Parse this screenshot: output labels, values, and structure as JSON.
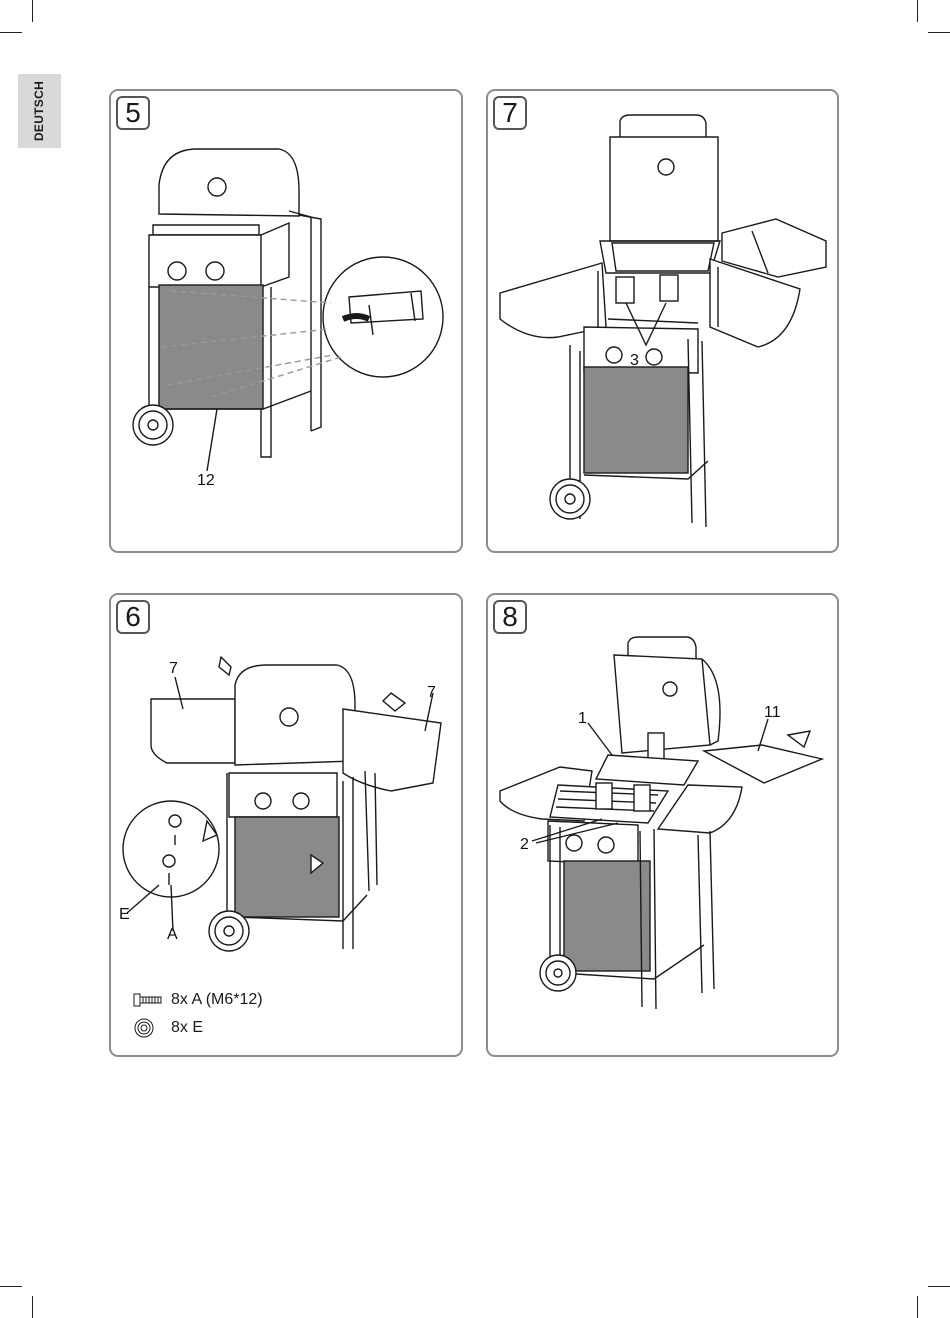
{
  "sidebar": {
    "language_label": "DEUTSCH"
  },
  "steps": {
    "step5": {
      "number": "5",
      "callouts": {
        "side_panel": "12"
      }
    },
    "step7": {
      "number": "7",
      "callouts": {
        "burner_cover": "3"
      }
    },
    "step6": {
      "number": "6",
      "callouts": {
        "left_shelf": "7",
        "right_shelf": "7",
        "washer": "E",
        "screw": "A"
      },
      "parts": [
        {
          "icon": "screw-icon",
          "text": "8x A (M6*12)"
        },
        {
          "icon": "washer-icon",
          "text": "8x E"
        }
      ]
    },
    "step8": {
      "number": "8",
      "callouts": {
        "warming_rack": "1",
        "cooking_grates": "2",
        "bottom_shelf": "11"
      }
    }
  },
  "colors": {
    "panel_border": "#8c8c8c",
    "panel_fill": "#8a8a8a",
    "line": "#1a1a1a"
  }
}
